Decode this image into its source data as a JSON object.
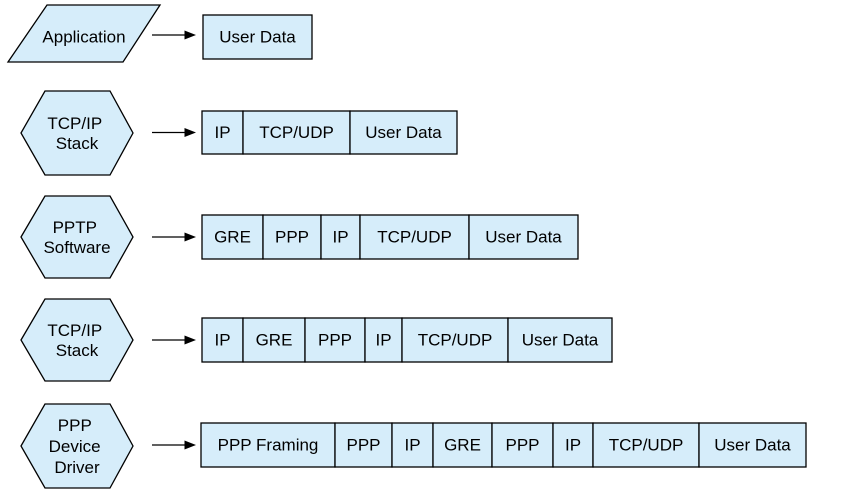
{
  "colors": {
    "shape_fill": "#D6EDFA",
    "shape_stroke": "#000000",
    "text_color": "#000000",
    "background": "#FFFFFF"
  },
  "rows": [
    {
      "source": {
        "shape": "parallelogram",
        "lines": [
          "Application"
        ]
      },
      "segments": [
        "User Data"
      ]
    },
    {
      "source": {
        "shape": "hexagon",
        "lines": [
          "TCP/IP",
          "Stack"
        ]
      },
      "segments": [
        "IP",
        "TCP/UDP",
        "User Data"
      ]
    },
    {
      "source": {
        "shape": "hexagon",
        "lines": [
          "PPTP",
          "Software"
        ]
      },
      "segments": [
        "GRE",
        "PPP",
        "IP",
        "TCP/UDP",
        "User Data"
      ]
    },
    {
      "source": {
        "shape": "hexagon",
        "lines": [
          "TCP/IP",
          "Stack"
        ]
      },
      "segments": [
        "IP",
        "GRE",
        "PPP",
        "IP",
        "TCP/UDP",
        "User Data"
      ]
    },
    {
      "source": {
        "shape": "hexagon",
        "lines": [
          "PPP",
          "Device",
          "Driver"
        ]
      },
      "segments": [
        "PPP Framing",
        "PPP",
        "IP",
        "GRE",
        "PPP",
        "IP",
        "TCP/UDP",
        "User Data"
      ]
    }
  ]
}
